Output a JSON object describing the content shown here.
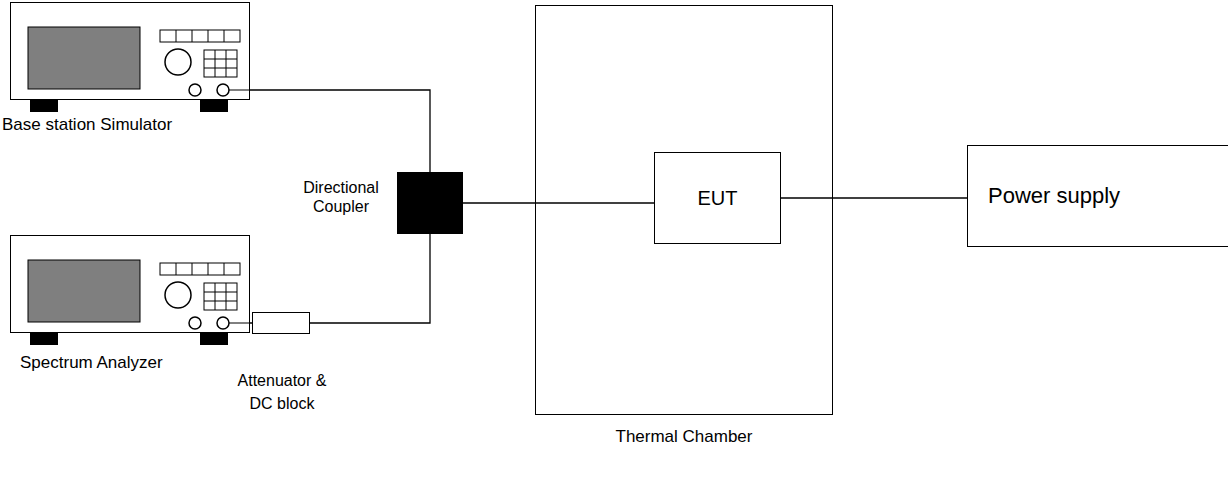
{
  "diagram": {
    "nodes": [
      {
        "text": [
          "Base station Simulator"
        ]
      },
      {
        "text": [
          "Directional Coupler"
        ]
      },
      {
        "text": [
          "Thermal Chamber"
        ]
      },
      {
        "text": [
          "EUT"
        ],
        "in": 2
      },
      {
        "text": [
          "Power supply"
        ]
      },
      {
        "text": [
          "Spectrum Analyzer"
        ]
      },
      {
        "text": [
          "Attenuator & DC block"
        ]
      }
    ],
    "edges": [
      {
        "from": 0,
        "to": 1,
        "arrow": "none"
      },
      {
        "from": 1,
        "to": 3,
        "arrow": "none"
      },
      {
        "from": 3,
        "to": 4,
        "arrow": "none"
      },
      {
        "from": 5,
        "to": 6,
        "arrow": "none"
      },
      {
        "from": 6,
        "to": 1,
        "arrow": "none"
      }
    ]
  }
}
